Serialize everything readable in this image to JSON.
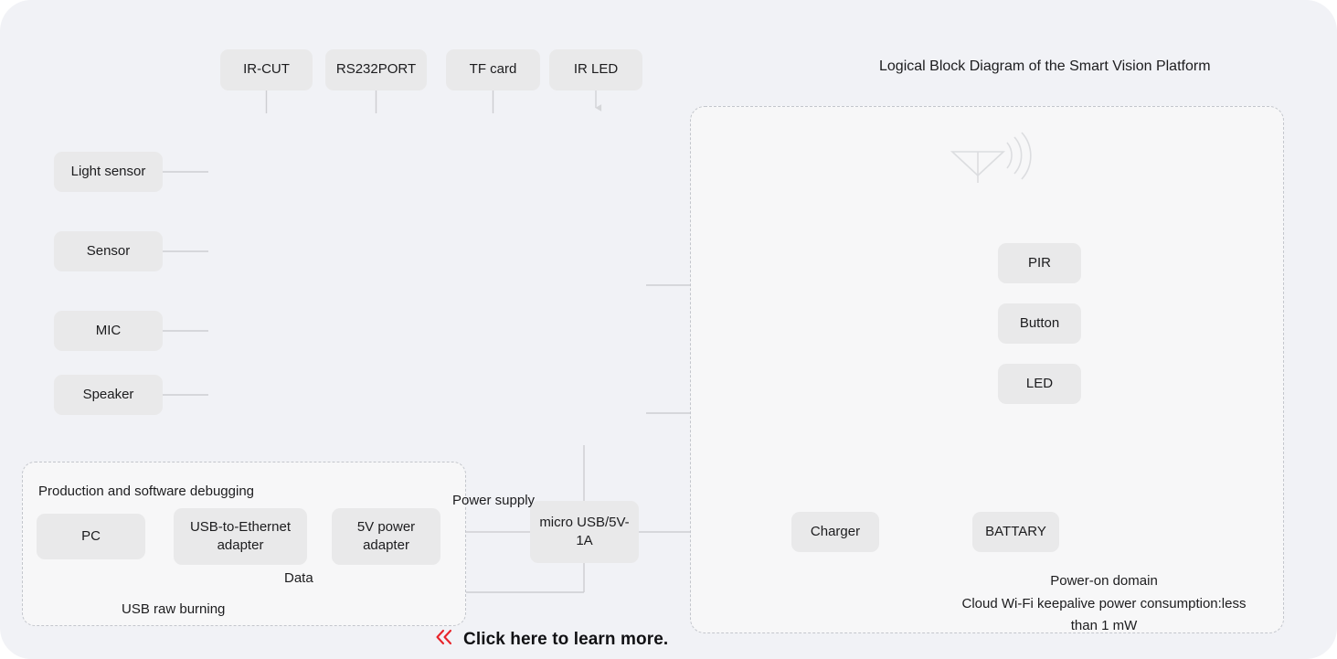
{
  "diagram": {
    "title": "Logical Block Diagram of the Smart Vision Platform",
    "peripherals_top": [
      {
        "label": "IR-CUT"
      },
      {
        "label": "RS232PORT"
      },
      {
        "label": "TF card"
      },
      {
        "label": "IR LED"
      }
    ],
    "peripherals_left": [
      {
        "label": "Light sensor"
      },
      {
        "label": "Sensor"
      },
      {
        "label": "MIC"
      },
      {
        "label": "Speaker"
      }
    ],
    "power_domain": {
      "inputs": [
        {
          "label": "PIR"
        },
        {
          "label": "Button"
        },
        {
          "label": "LED"
        }
      ],
      "charger": "Charger",
      "battery": "BATTARY",
      "notes": [
        "Power-on domain",
        "Cloud Wi-Fi keepalive power consumption:less",
        "than 1 mW"
      ],
      "wireless_icon": "antenna-icon"
    },
    "debug_panel": {
      "title": "Production and software debugging",
      "nodes": [
        {
          "label": "PC"
        },
        {
          "label": "USB-to-Ethernet adapter"
        },
        {
          "label": "5V power adapter"
        }
      ],
      "edge_labels": [
        {
          "label": "Data"
        },
        {
          "label": "USB raw burning"
        }
      ]
    },
    "power_input": {
      "node": "micro USB/5V-1A",
      "edge_label": "Power supply"
    },
    "cta": {
      "label": "Click here to learn more.",
      "icon": "double-chevron-left-icon",
      "accent": "#e8242a"
    },
    "colors": {
      "page_background": "#f1f2f6",
      "panel_background": "#f7f7f8",
      "node_fill": "#e9e9ea",
      "wire": "#c9cace",
      "dashed_border": "#c3c6cc",
      "text": "#1c1c1e"
    }
  }
}
